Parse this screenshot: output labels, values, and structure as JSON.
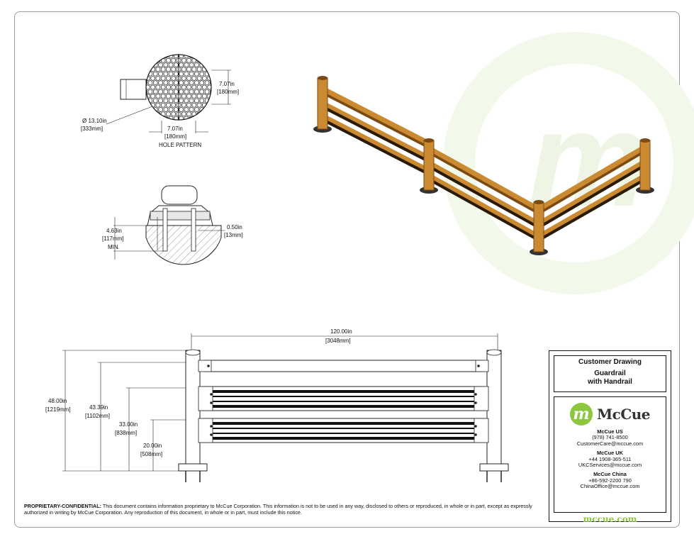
{
  "hole_pattern": {
    "diameter_in": "Ø 13.10in",
    "diameter_mm": "[333mm]",
    "vertical_in": "7.07in",
    "vertical_mm": "[180mm]",
    "horizontal_in": "7.07in",
    "horizontal_mm": "[180mm]",
    "caption": "HOLE PATTERN"
  },
  "section": {
    "depth_in": "4.63in",
    "depth_mm": "[117mm]",
    "depth_note": "MIN.",
    "gap_in": "0.50in",
    "gap_mm": "[13mm]"
  },
  "elevation": {
    "length_in": "120.00in",
    "length_mm": "[3048mm]",
    "h1_in": "48.00in",
    "h1_mm": "[1219mm]",
    "h2_in": "43.39in",
    "h2_mm": "[1102mm]",
    "h3_in": "33.00in",
    "h3_mm": "[838mm]",
    "h4_in": "20.00in",
    "h4_mm": "[508mm]"
  },
  "footer": {
    "label": "PROPRIETARY-CONFIDENTIAL:",
    "text": " This document contains information proprietary to McCue Corporation. This information is not to be used in any way, disclosed to others or reproduced, in whole or in part, except as expressly authorized in writing by McCue Corporation. Any reproduction of this document, in whole or in part, must include this notice."
  },
  "title_block": {
    "heading": "Customer Drawing",
    "title_line1": "Guardrail",
    "title_line2": "with Handrail",
    "logo_mark": "m",
    "brand": "McCue",
    "brand_color": "#8dc63f",
    "offices": [
      {
        "name": "McCue US",
        "phone": "(978) 741-8500",
        "email": "CustomerCare@mccue.com"
      },
      {
        "name": "McCue UK",
        "phone": "+44 1908-365-511",
        "email": "UKCServices@mccue.com"
      },
      {
        "name": "McCue China",
        "phone": "+86-592-2200 790",
        "email": "ChinaOffice@mccue.com"
      }
    ],
    "website": "mccue.com"
  },
  "colors": {
    "rail_orange": "#c98a32",
    "rail_dark": "#7a4a12",
    "watermark": "#eef5e4"
  }
}
